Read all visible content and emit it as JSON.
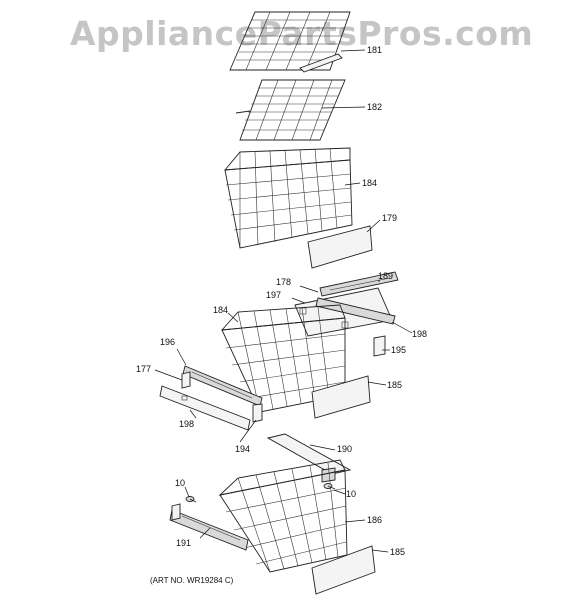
{
  "watermark": "AppliancePartsPros.com",
  "art_number": "(ART NO. WR19284 C)",
  "callouts": {
    "c181": "181",
    "c182": "182",
    "c184a": "184",
    "c179": "179",
    "c178": "178",
    "c189": "189",
    "c197": "197",
    "c198a": "198",
    "c184b": "184",
    "c195": "195",
    "c196": "196",
    "c177": "177",
    "c185a": "185",
    "c198b": "198",
    "c194": "194",
    "c190": "190",
    "c10a": "10",
    "c10b": "10",
    "c186": "186",
    "c191": "191",
    "c185b": "185"
  }
}
